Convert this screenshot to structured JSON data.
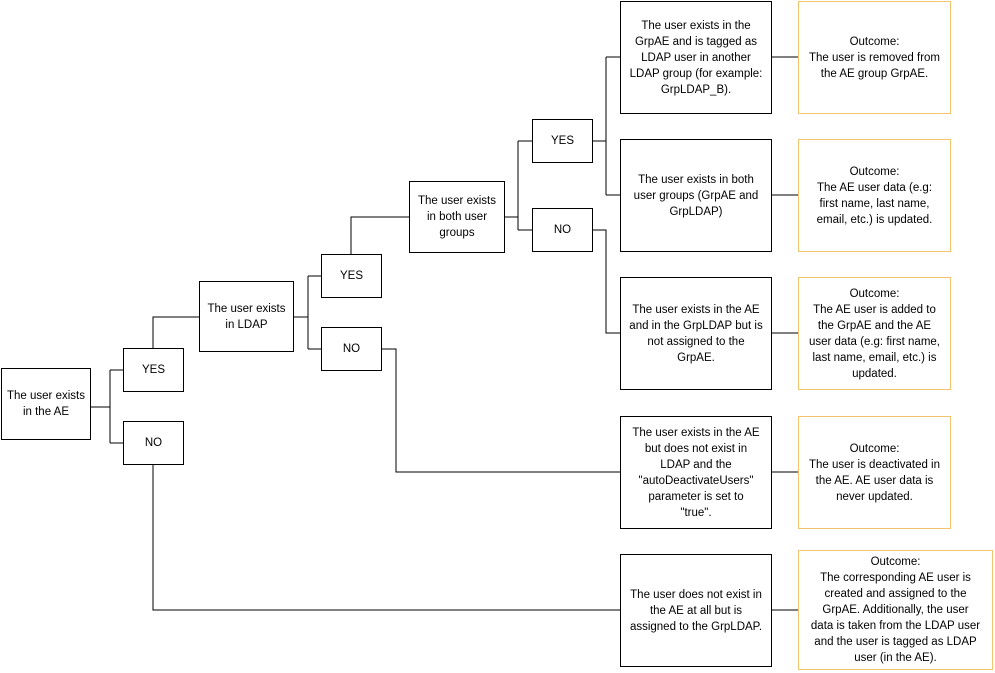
{
  "nodes": {
    "exists_ae": "The user exists\nin the AE",
    "yes_1": "YES",
    "no_1": "NO",
    "exists_ldap": "The user exists\nin LDAP",
    "yes_2": "YES",
    "no_2": "NO",
    "both_groups": "The user exists\nin both user\ngroups",
    "yes_3": "YES",
    "no_3": "NO"
  },
  "cases": [
    "The user exists in the\nGrpAE and is tagged as\nLDAP user in another\nLDAP group (for example:\nGrpLDAP_B).",
    "The user exists in both\nuser groups (GrpAE and\nGrpLDAP)",
    "The user exists in the AE\nand in the GrpLDAP but is\nnot assigned to the\nGrpAE.",
    "The user exists in the AE\nbut does not exist in\nLDAP and the\n\"autoDeactivateUsers\"\nparameter is set to\n\"true\".",
    "The user does not exist in\nthe AE at all but  is\nassigned to the GrpLDAP."
  ],
  "outcomes": [
    {
      "heading": "Outcome:",
      "text": "The user is removed from\nthe AE group GrpAE."
    },
    {
      "heading": "Outcome:",
      "text": "The AE user data (e.g:\nfirst name,  last name,\nemail, etc.) is updated."
    },
    {
      "heading": "Outcome:",
      "text": "The AE user is added to\nthe GrpAE and the AE\nuser data (e.g: first name,\nlast name, email, etc.) is\nupdated."
    },
    {
      "heading": "Outcome:",
      "text": "The user is deactivated in\nthe AE. AE user data is\nnever updated."
    },
    {
      "heading": "Outcome:",
      "text": "The corresponding AE user is\ncreated and assigned to the\nGrpAE. Additionally, the user\ndata is taken from the LDAP user\nand the user is tagged as LDAP\nuser (in the AE)."
    }
  ]
}
